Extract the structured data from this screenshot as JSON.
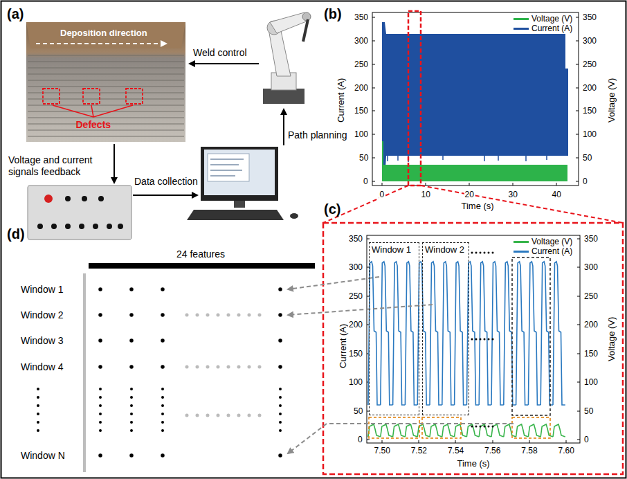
{
  "diagram": {
    "nodes": [
      {
        "text": [
          "Window 1"
        ]
      },
      {
        "text": [
          "Window 2"
        ]
      }
    ],
    "labels": [
      "(a)",
      "Deposition direction",
      "Defects",
      "Weld control",
      "Path planning",
      "Voltage and current signals feedback",
      "Data collection",
      "(b)",
      "Current (A)",
      "Voltage (V)",
      "Time (s)",
      "0",
      "50",
      "100",
      "150",
      "200",
      "250",
      "300",
      "350",
      "0",
      "50",
      "100",
      "150",
      "200",
      "250",
      "300",
      "350",
      "0",
      "10",
      "20",
      "30",
      "40",
      "(d)",
      "24 features",
      "Window 1",
      "Window 2",
      "Window 3",
      "Window 4",
      "Window N",
      "(c)",
      "Current (A)",
      "Voltage (V)",
      "Time (s)",
      "0",
      "50",
      "100",
      "150",
      "200",
      "250",
      "300",
      "350",
      "0",
      "50",
      "100",
      "150",
      "200",
      "250",
      "300",
      "350",
      "7.50",
      "7.52",
      "7.54",
      "7.56",
      "7.58",
      "7.60"
    ],
    "legend": [
      {
        "text": "Voltage (V)",
        "color": "#2db34a"
      },
      {
        "text": "Current (A)",
        "color": "#1f4f9f"
      },
      {
        "text": "Voltage (V)",
        "color": "#37b44a"
      },
      {
        "text": "Current (A)",
        "color": "#2a79c0"
      }
    ]
  }
}
